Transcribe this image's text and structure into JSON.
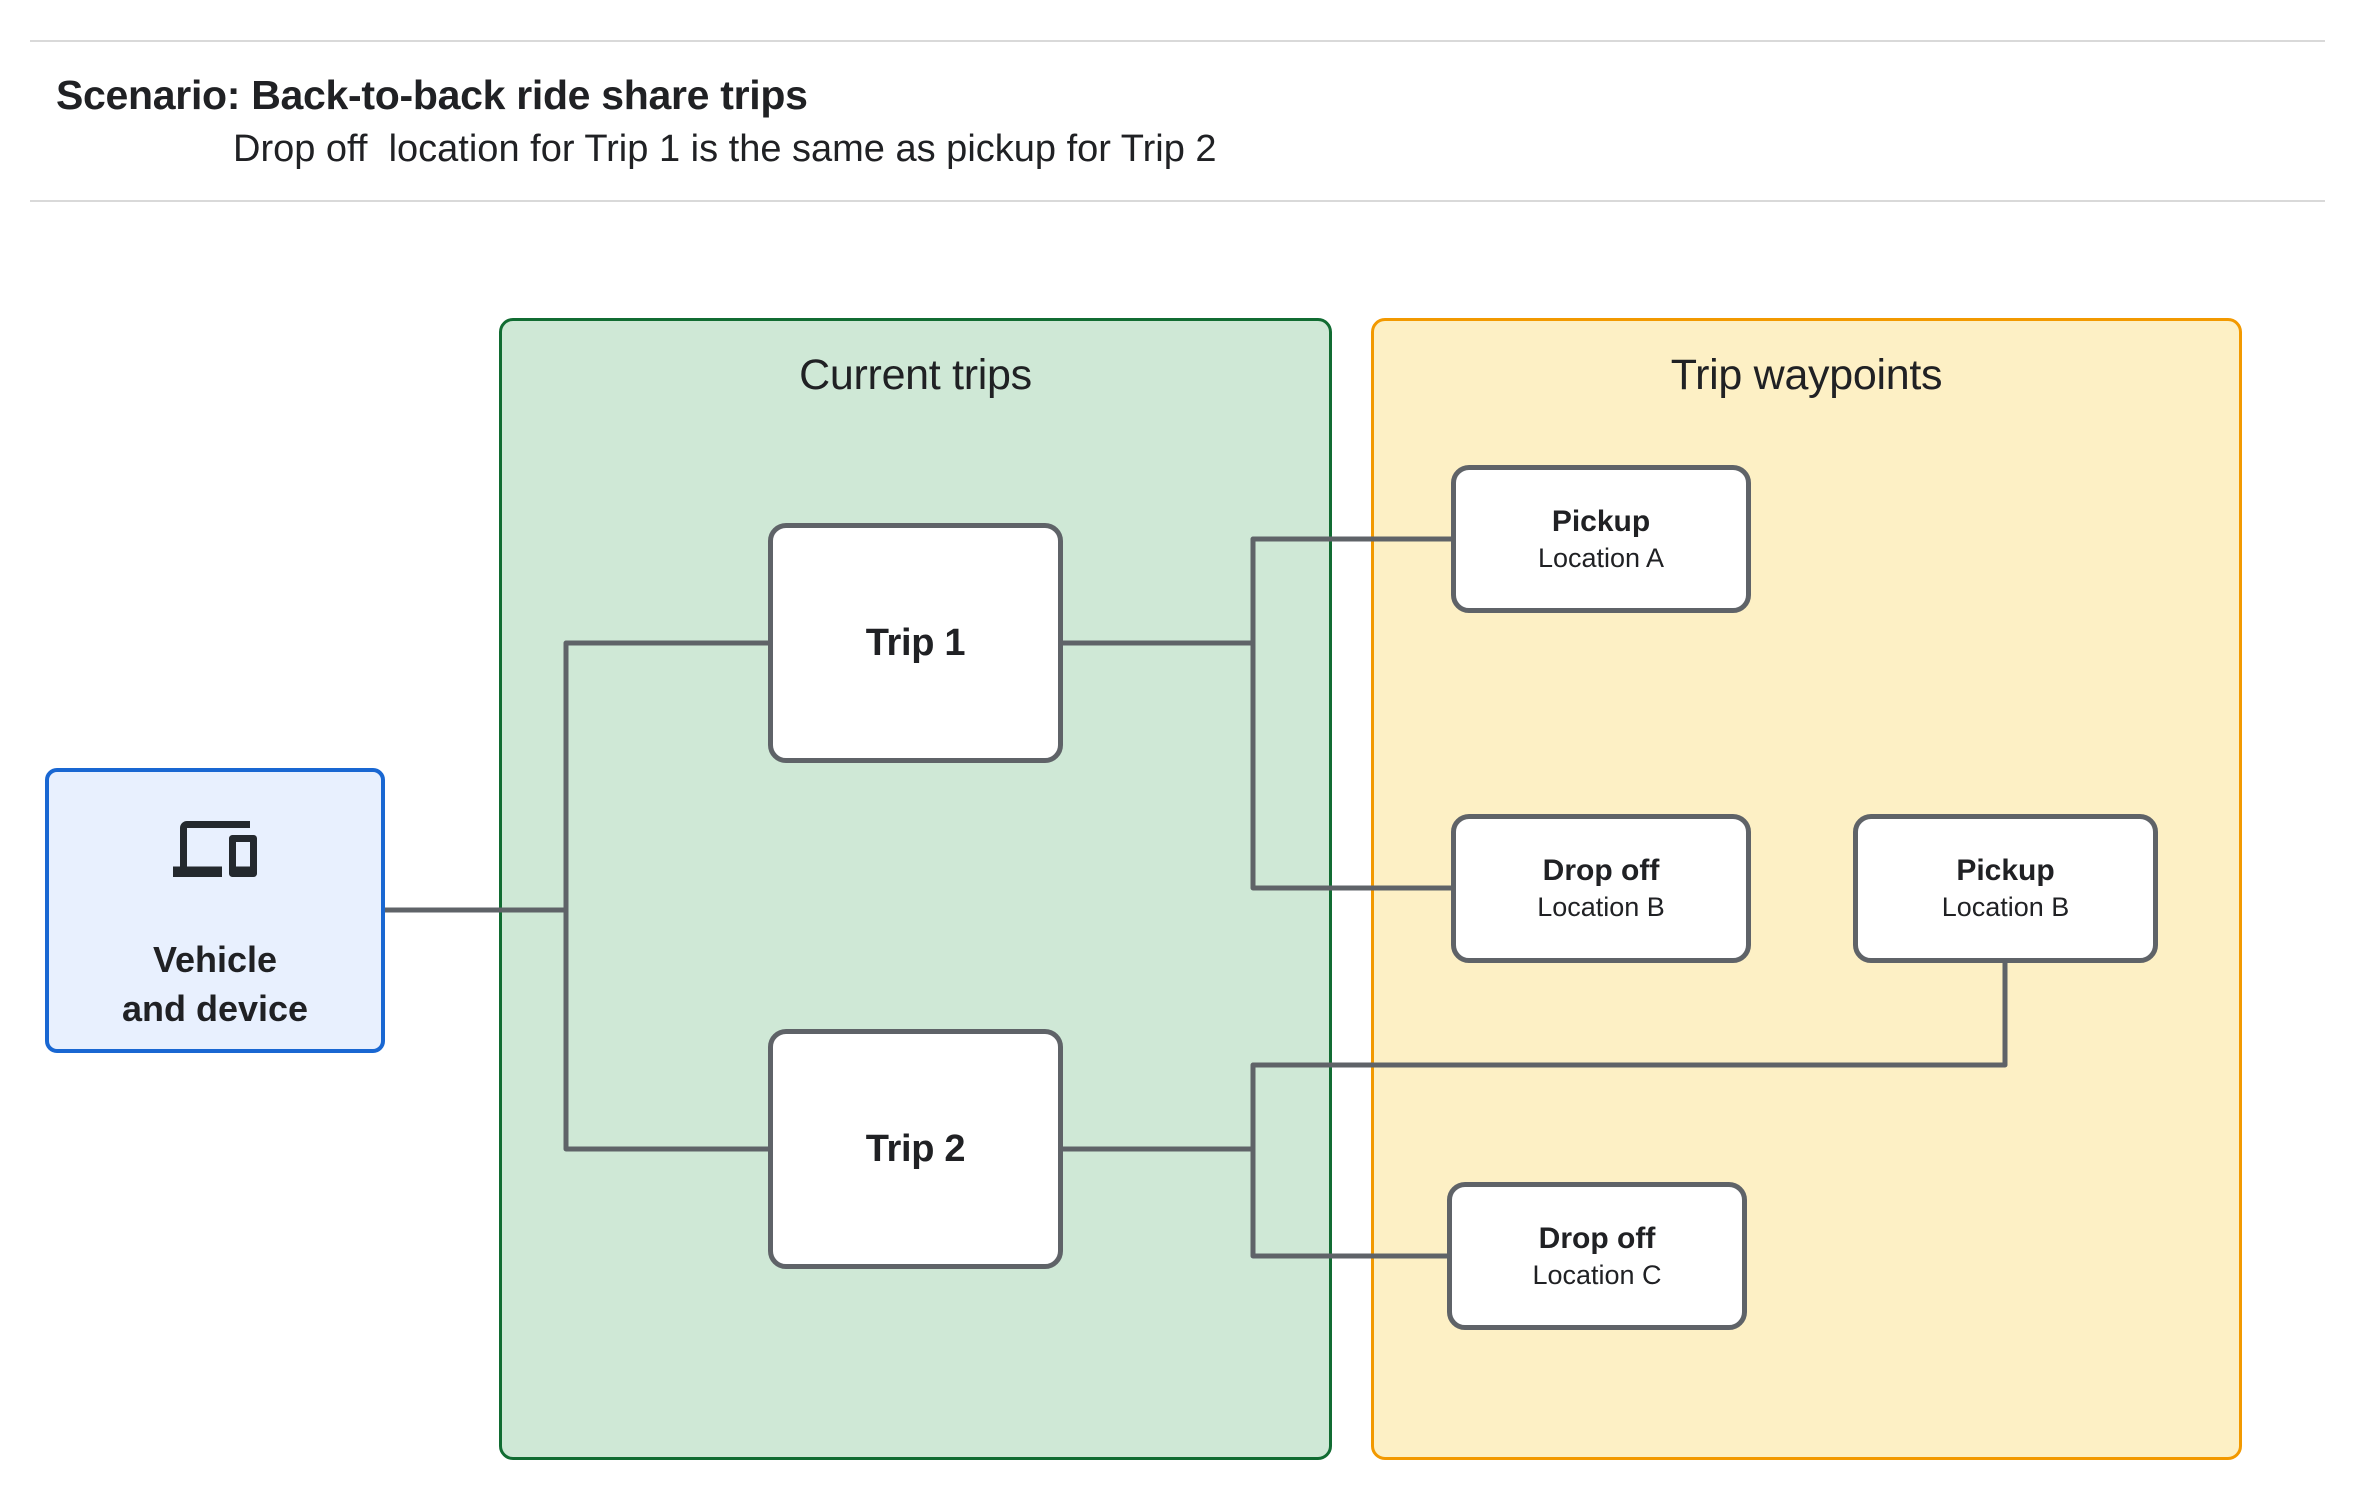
{
  "header": {
    "title": "Scenario: Back-to-back ride share trips",
    "subtitle": "Drop off  location for Trip 1 is the same as pickup for Trip 2"
  },
  "vehicle": {
    "icon": "devices-icon",
    "label_line1": "Vehicle",
    "label_line2": "and device"
  },
  "panels": {
    "current_trips": {
      "title": "Current trips",
      "fill": "#cfe8d6",
      "border": "#116c32"
    },
    "trip_waypoints": {
      "title": "Trip waypoints",
      "fill": "#fdf0c5",
      "border": "#f29900"
    }
  },
  "trips": [
    {
      "label": "Trip 1"
    },
    {
      "label": "Trip 2"
    }
  ],
  "waypoints": [
    {
      "id": "pickup-a",
      "title": "Pickup",
      "subtitle": "Location A"
    },
    {
      "id": "dropoff-b",
      "title": "Drop off",
      "subtitle": "Location B"
    },
    {
      "id": "pickup-b",
      "title": "Pickup",
      "subtitle": "Location B"
    },
    {
      "id": "dropoff-c",
      "title": "Drop off",
      "subtitle": "Location C"
    }
  ],
  "connections": [
    {
      "from": "vehicle",
      "to": "trip-1"
    },
    {
      "from": "vehicle",
      "to": "trip-2"
    },
    {
      "from": "trip-1",
      "to": "pickup-a"
    },
    {
      "from": "trip-1",
      "to": "dropoff-b"
    },
    {
      "from": "trip-2",
      "to": "pickup-b"
    },
    {
      "from": "trip-2",
      "to": "dropoff-c"
    }
  ],
  "colors": {
    "connector": "#5f6368",
    "node_border": "#5f6368",
    "vehicle_fill": "#e8f0fe",
    "vehicle_border": "#1967d2",
    "text": "#202124"
  }
}
